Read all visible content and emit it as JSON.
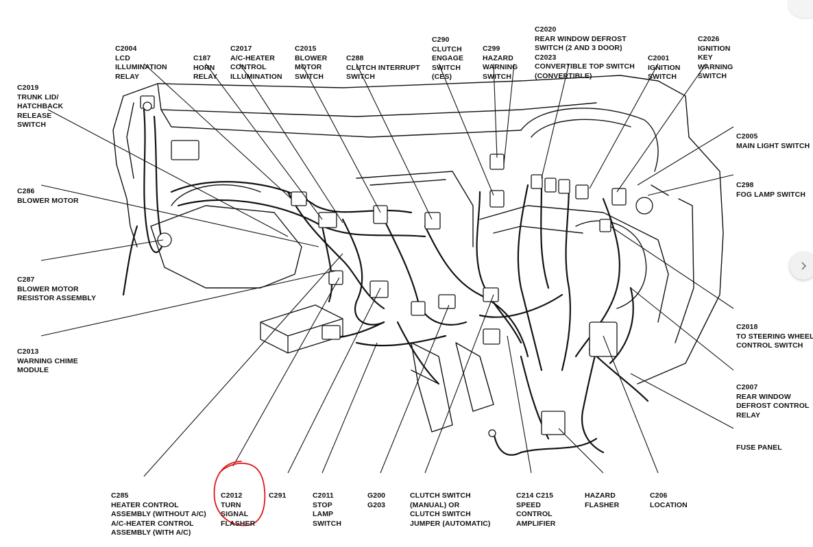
{
  "labels": {
    "c2004": [
      "C2004",
      "LCD",
      "ILLUMINATION",
      "RELAY"
    ],
    "c187": [
      "C187",
      "HORN",
      "RELAY"
    ],
    "c2017": [
      "C2017",
      "A/C-HEATER",
      "CONTROL",
      "ILLUMINATION"
    ],
    "c2015": [
      "C2015",
      "BLOWER",
      "MOTOR",
      "SWITCH"
    ],
    "c288": [
      "C288",
      "CLUTCH INTERRUPT",
      "SWITCH"
    ],
    "c290": [
      "C290",
      "CLUTCH",
      "ENGAGE",
      "SWITCH",
      "(CES)"
    ],
    "c299": [
      "C299",
      "HAZARD",
      "WARNING",
      "SWITCH"
    ],
    "c2020": [
      "C2020",
      "REAR WINDOW DEFROST",
      "SWITCH (2 AND 3 DOOR)",
      "C2023",
      "CONVERTIBLE TOP SWITCH",
      "(CONVERTIBLE)"
    ],
    "c2001": [
      "C2001",
      "IGNITION",
      "SWITCH"
    ],
    "c2026": [
      "C2026",
      "IGNITION",
      "KEY",
      "WARNING",
      "SWITCH"
    ],
    "c2019": [
      "C2019",
      "TRUNK LID/",
      "HATCHBACK",
      "RELEASE",
      "SWITCH"
    ],
    "c2005": [
      "C2005",
      "MAIN LIGHT SWITCH"
    ],
    "c286": [
      "C286",
      "BLOWER MOTOR"
    ],
    "c298": [
      "C298",
      "FOG LAMP SWITCH"
    ],
    "c287": [
      "C287",
      "BLOWER MOTOR",
      "RESISTOR ASSEMBLY"
    ],
    "c2018": [
      "C2018",
      "TO STEERING WHEEL",
      "CONTROL SWITCH"
    ],
    "c2013": [
      "C2013",
      "WARNING CHIME",
      "MODULE"
    ],
    "c2007": [
      "C2007",
      "REAR WINDOW",
      "DEFROST CONTROL",
      "RELAY"
    ],
    "fuse": [
      "FUSE PANEL"
    ],
    "c285": [
      "C285",
      "HEATER CONTROL",
      "ASSEMBLY (WITHOUT A/C)",
      "A/C-HEATER CONTROL",
      "ASSEMBLY (WITH A/C)"
    ],
    "c2012": [
      "C2012",
      "TURN",
      "SIGNAL",
      "FLASHER"
    ],
    "c291": [
      "C291"
    ],
    "c2011": [
      "C2011",
      "STOP",
      "LAMP",
      "SWITCH"
    ],
    "g200": [
      "G200",
      "G203"
    ],
    "clutch_switch": [
      "CLUTCH SWITCH",
      "(MANUAL) OR",
      "CLUTCH SWITCH",
      "JUMPER (AUTOMATIC)"
    ],
    "c214": [
      "C214 C215",
      "SPEED",
      "CONTROL",
      "AMPLIFIER"
    ],
    "hazard_flasher": [
      "HAZARD",
      "FLASHER"
    ],
    "c206": [
      "C206",
      "LOCATION"
    ]
  },
  "highlight": {
    "target": "c2012",
    "color": "#e0151b"
  },
  "colors": {
    "ink": "#111111",
    "background": "#ffffff",
    "nav_button": "#f1f1f1"
  },
  "icons": {
    "next": "chevron-right-icon"
  }
}
